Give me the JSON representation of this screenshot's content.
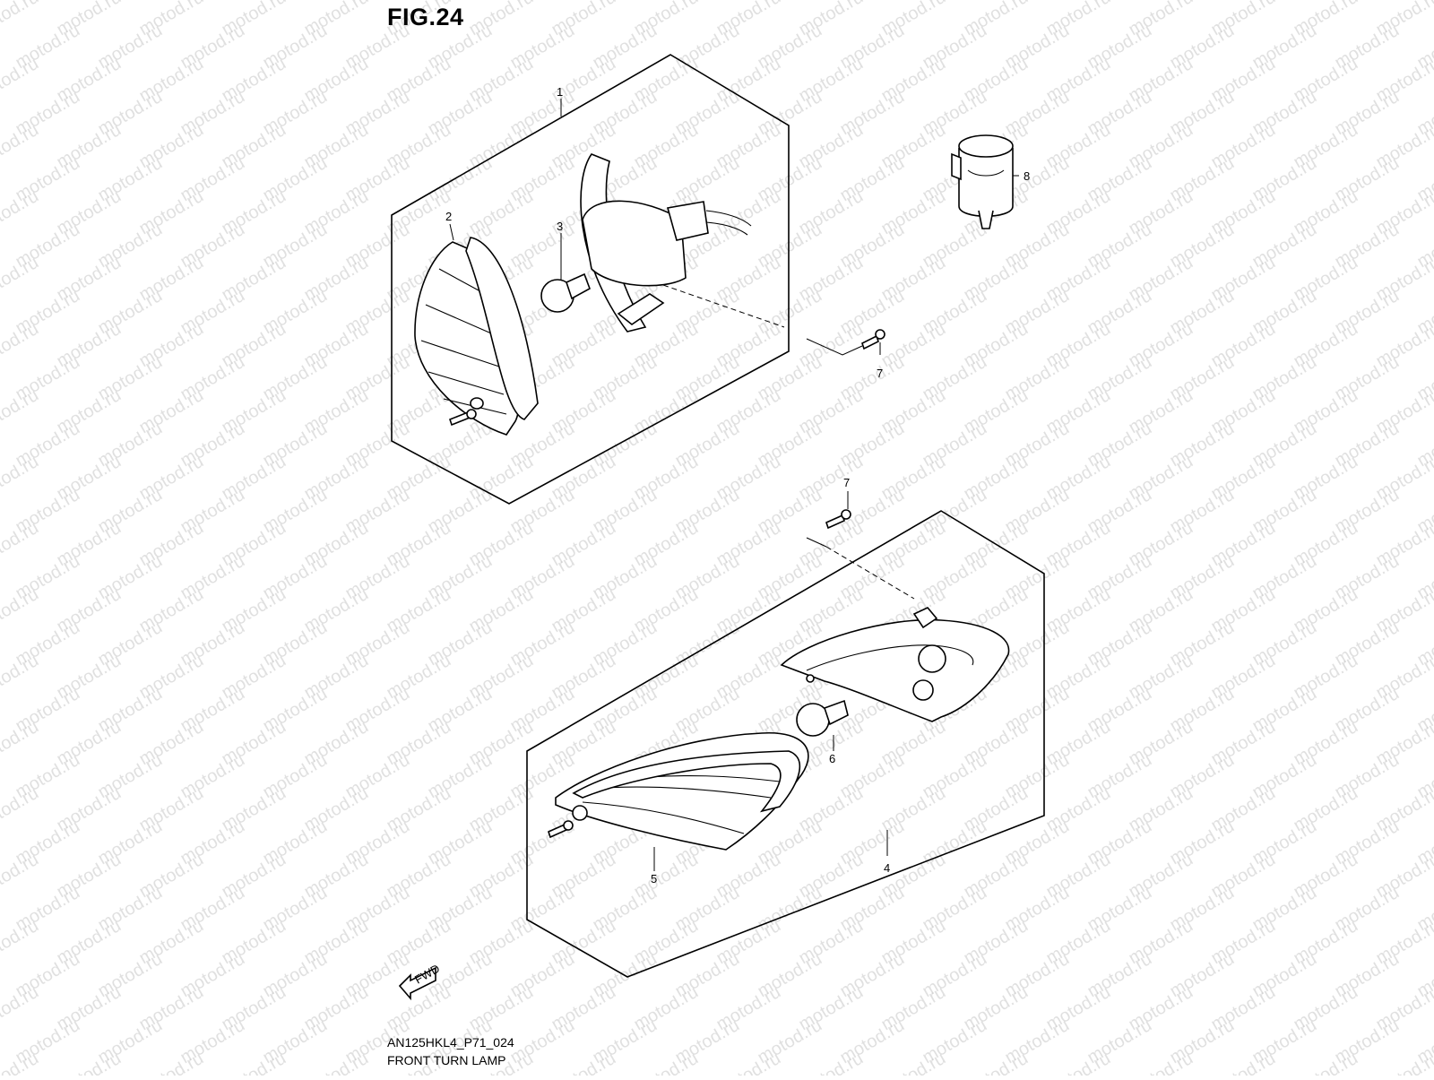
{
  "figure": {
    "title": "FIG.24",
    "code": "AN125HKL4_P71_024",
    "caption": "FRONT TURN LAMP"
  },
  "watermark": {
    "text": "motod.ru",
    "color": "#c8c8c8"
  },
  "callouts": {
    "c1": "1",
    "c2": "2",
    "c3": "3",
    "c4": "4",
    "c5": "5",
    "c6": "6",
    "c7a": "7",
    "c7b": "7",
    "c8": "8"
  },
  "fwd_label": "FWD"
}
